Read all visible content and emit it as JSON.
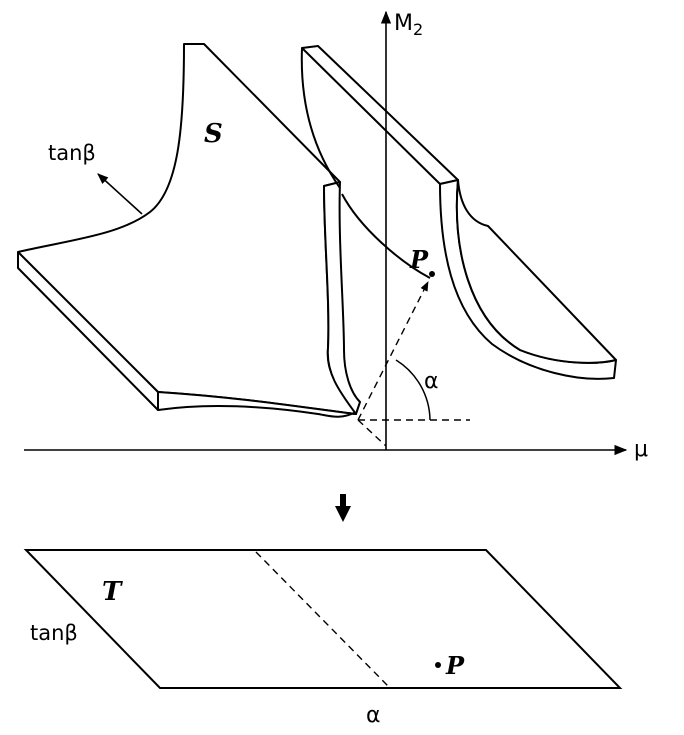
{
  "labels": {
    "m2_axis": "M",
    "m2_subscript": "2",
    "mu_axis": "μ",
    "tanbeta_top": "tanβ",
    "surface_s": "S",
    "point_p_top": "P",
    "angle_alpha_top": "α",
    "plane_t": "T",
    "tanbeta_bottom": "tanβ",
    "point_p_bottom": "P",
    "alpha_bottom": "α"
  },
  "colors": {
    "ink": "#000000",
    "background": "#ffffff"
  },
  "icons": {
    "transform_arrow": "down-arrow-icon"
  }
}
